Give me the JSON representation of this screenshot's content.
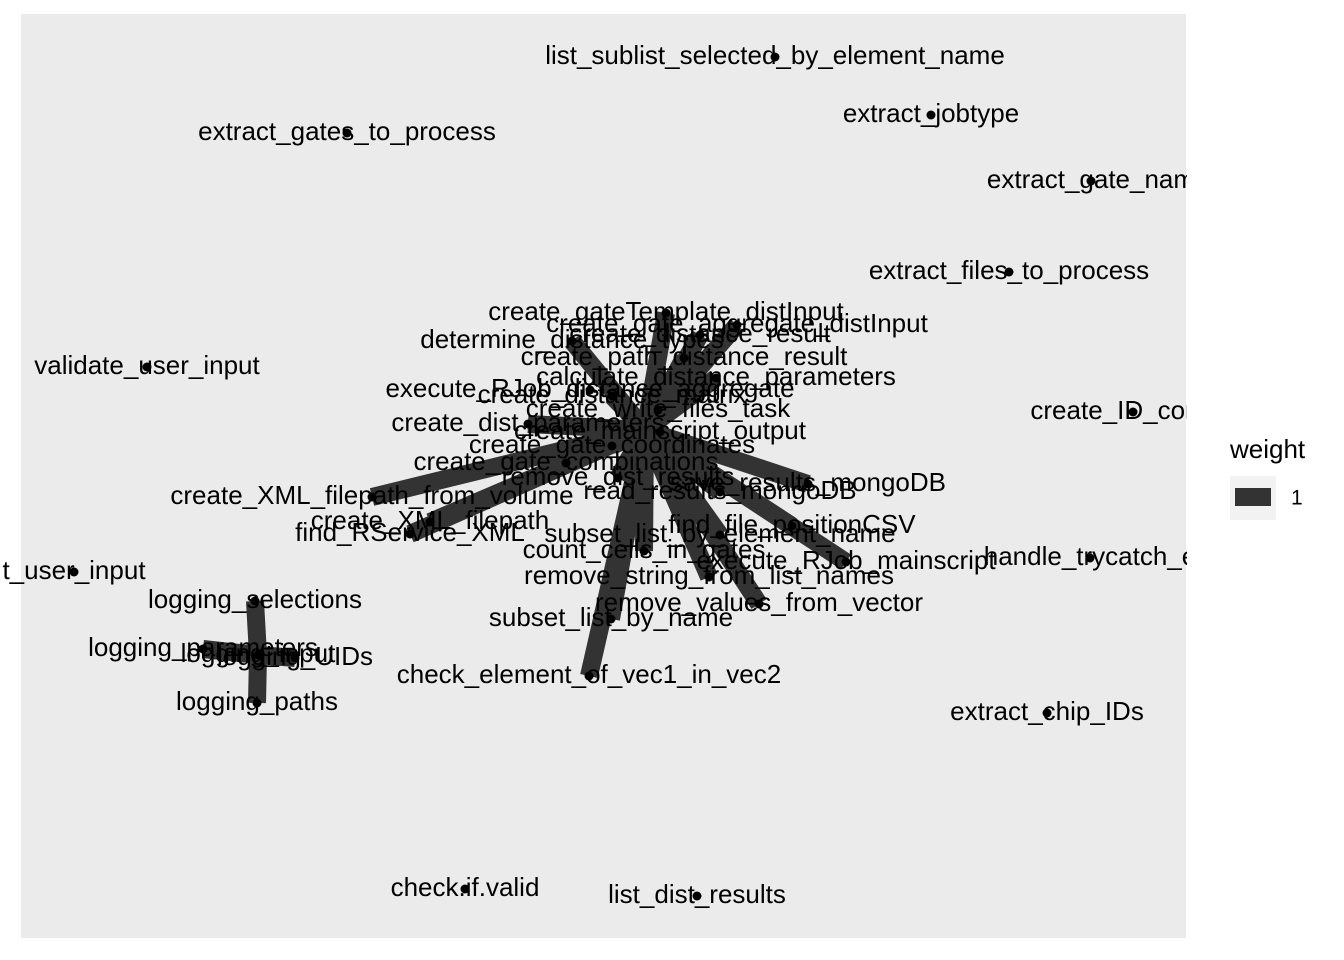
{
  "legend": {
    "title": "weight",
    "items": [
      {
        "label": "1",
        "color": "#333333"
      }
    ]
  },
  "colors": {
    "panel": "#ebebeb",
    "edge": "#333333",
    "node": "#000000"
  },
  "nodes": [
    {
      "id": "list_sublist_selected_by_element_name",
      "label": "list_sublist_selected_by_element_name"
    },
    {
      "id": "extract_jobtype",
      "label": "extract_jobtype"
    },
    {
      "id": "extract_gates_to_process",
      "label": "extract_gates_to_process"
    },
    {
      "id": "extract_gate_names",
      "label": "extract_gate_nam"
    },
    {
      "id": "extract_files_to_process",
      "label": "extract_files_to_process"
    },
    {
      "id": "create_gateTemplate_distInput",
      "label": "create_gateTemplate_distInput"
    },
    {
      "id": "create_gate_aggregate_distInput",
      "label": "create_gate_aggregate_distInput"
    },
    {
      "id": "create_distance_result",
      "label": "create_distance_result"
    },
    {
      "id": "determine_distance_types",
      "label": "determine_distance_types"
    },
    {
      "id": "create_path_distance_result",
      "label": "create_path_distance_result"
    },
    {
      "id": "validate_user_input",
      "label": "validate_user_input"
    },
    {
      "id": "calculate_distance_parameters",
      "label": "calculate_distance_parameters"
    },
    {
      "id": "execute_RJob_distance_aggregate",
      "label": "execute_RJob_distance_aggregate"
    },
    {
      "id": "create_distance_matrix",
      "label": "create_distance_matrix"
    },
    {
      "id": "create_write_files_task",
      "label": "create_write_files_task"
    },
    {
      "id": "create_ID_combinations",
      "label": "create_ID_combir"
    },
    {
      "id": "create_dist_parameters",
      "label": "create_dist_parameters"
    },
    {
      "id": "create_mainscript_output",
      "label": "create_mainscript_output"
    },
    {
      "id": "create_gate_coordinates",
      "label": "create_gate_coordinates"
    },
    {
      "id": "create_gate_combinations",
      "label": "create_gate_combinations"
    },
    {
      "id": "remove_dist_results",
      "label": "remove_dist_results"
    },
    {
      "id": "save_results_mongoDB",
      "label": "save_results_mongoDB"
    },
    {
      "id": "read_results_mongoDB",
      "label": "read_results_mongoDB"
    },
    {
      "id": "create_XML_filepath_from_volume",
      "label": "create_XML_filepath_from_volume"
    },
    {
      "id": "create_XML_filepath",
      "label": "create_XML_filepath"
    },
    {
      "id": "find_RService_XML",
      "label": "find_RService_XML"
    },
    {
      "id": "find_file_positionCSV",
      "label": "find_file_positionCSV"
    },
    {
      "id": "subset_list_by_element_name",
      "label": "subset_list_by_element_name"
    },
    {
      "id": "count_cells_in_gates",
      "label": "count_cells_in_gates"
    },
    {
      "id": "execute_RJob_mainscript",
      "label": "execute_RJob_mainscript"
    },
    {
      "id": "handle_trycatch_error",
      "label": "handle_trycatch_e"
    },
    {
      "id": "check_user_input",
      "label": "t_user_input"
    },
    {
      "id": "remove_string_from_list_names",
      "label": "remove_string_from_list_names"
    },
    {
      "id": "logging_selections",
      "label": "logging_selections"
    },
    {
      "id": "remove_values_from_vector",
      "label": "remove_values_from_vector"
    },
    {
      "id": "subset_list_by_name",
      "label": "subset_list_by_name"
    },
    {
      "id": "logging_parameters",
      "label": "logging_parameters"
    },
    {
      "id": "logging_input",
      "label": "logging_input"
    },
    {
      "id": "logging_UIDs",
      "label": "logging_UIDs"
    },
    {
      "id": "check_element_of_vec1_in_vec2",
      "label": "check_element_of_vec1_in_vec2"
    },
    {
      "id": "logging_paths",
      "label": "logging_paths"
    },
    {
      "id": "extract_chip_IDs",
      "label": "extract_chip_IDs"
    },
    {
      "id": "check_if_valid",
      "label": "check.if.valid"
    },
    {
      "id": "list_dist_results",
      "label": "list_dist_results"
    }
  ],
  "edges": [
    {
      "from": "execute_RJob_distance_aggregate",
      "to": "create_gateTemplate_distInput",
      "weight": 1
    },
    {
      "from": "execute_RJob_distance_aggregate",
      "to": "create_gate_aggregate_distInput",
      "weight": 1
    },
    {
      "from": "execute_RJob_distance_aggregate",
      "to": "create_distance_result",
      "weight": 1
    },
    {
      "from": "execute_RJob_distance_aggregate",
      "to": "determine_distance_types",
      "weight": 1
    },
    {
      "from": "execute_RJob_distance_aggregate",
      "to": "create_path_distance_result",
      "weight": 1
    },
    {
      "from": "execute_RJob_distance_aggregate",
      "to": "calculate_distance_parameters",
      "weight": 1
    },
    {
      "from": "execute_RJob_distance_aggregate",
      "to": "create_distance_matrix",
      "weight": 1
    },
    {
      "from": "execute_RJob_distance_aggregate",
      "to": "create_write_files_task",
      "weight": 1
    },
    {
      "from": "execute_RJob_distance_aggregate",
      "to": "create_mainscript_output",
      "weight": 1
    },
    {
      "from": "execute_RJob_distance_aggregate",
      "to": "create_gate_coordinates",
      "weight": 1
    },
    {
      "from": "execute_RJob_distance_aggregate",
      "to": "save_results_mongoDB",
      "weight": 1
    },
    {
      "from": "execute_RJob_distance_aggregate",
      "to": "create_XML_filepath_from_volume",
      "weight": 1
    },
    {
      "from": "execute_RJob_distance_aggregate",
      "to": "create_XML_filepath",
      "weight": 1
    },
    {
      "from": "execute_RJob_distance_aggregate",
      "to": "find_file_positionCSV",
      "weight": 1
    },
    {
      "from": "execute_RJob_distance_aggregate",
      "to": "count_cells_in_gates",
      "weight": 1
    },
    {
      "from": "execute_RJob_distance_aggregate",
      "to": "execute_RJob_mainscript",
      "weight": 1
    },
    {
      "from": "execute_RJob_distance_aggregate",
      "to": "remove_string_from_list_names",
      "weight": 1
    },
    {
      "from": "execute_RJob_distance_aggregate",
      "to": "remove_values_from_vector",
      "weight": 1
    },
    {
      "from": "execute_RJob_distance_aggregate",
      "to": "subset_list_by_name",
      "weight": 1
    },
    {
      "from": "execute_RJob_distance_aggregate",
      "to": "check_element_of_vec1_in_vec2",
      "weight": 1
    },
    {
      "from": "execute_RJob_distance_aggregate",
      "to": "read_results_mongoDB",
      "weight": 1
    },
    {
      "from": "execute_RJob_distance_aggregate",
      "to": "create_dist_parameters",
      "weight": 1
    },
    {
      "from": "execute_RJob_distance_aggregate",
      "to": "create_gate_combinations",
      "weight": 1
    },
    {
      "from": "execute_RJob_distance_aggregate",
      "to": "remove_dist_results",
      "weight": 1
    },
    {
      "from": "execute_RJob_distance_aggregate",
      "to": "subset_list_by_element_name",
      "weight": 1
    },
    {
      "from": "execute_RJob_distance_aggregate",
      "to": "find_RService_XML",
      "weight": 1
    },
    {
      "from": "logging_input",
      "to": "logging_selections",
      "weight": 1
    },
    {
      "from": "logging_input",
      "to": "logging_paths",
      "weight": 1
    },
    {
      "from": "logging_input",
      "to": "logging_parameters",
      "weight": 1
    },
    {
      "from": "logging_input",
      "to": "logging_UIDs",
      "weight": 1
    }
  ]
}
